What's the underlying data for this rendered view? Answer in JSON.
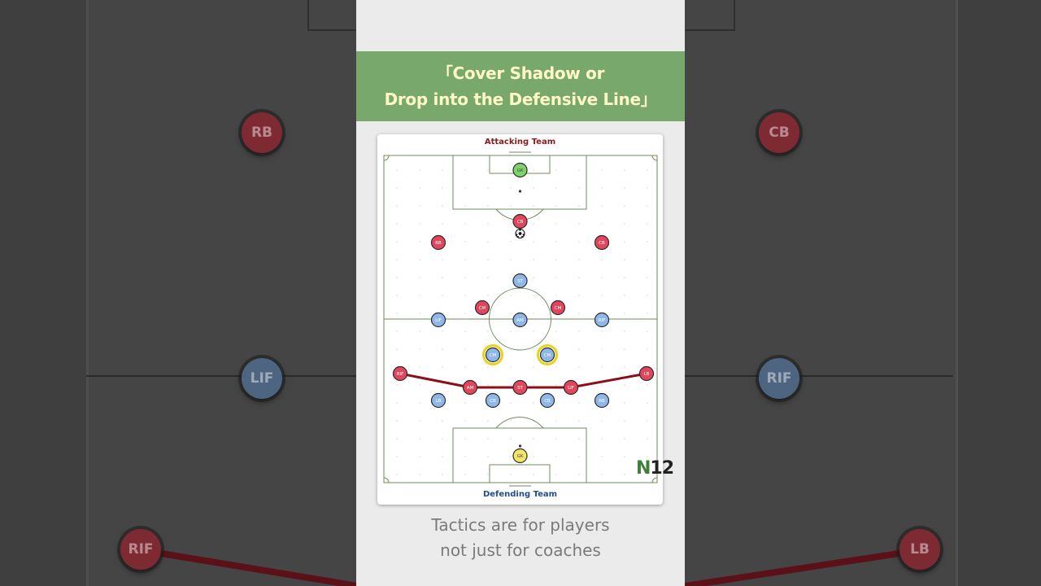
{
  "title": {
    "line1": "「Cover Shadow or",
    "line2": "Drop into the Defensive Line」"
  },
  "pitch": {
    "top_label": "Attacking Team",
    "bottom_label": "Defending Team",
    "logo_mark": "N",
    "logo_number": "12"
  },
  "caption": {
    "line1": "Tactics are for players",
    "line2": "not just for coaches"
  },
  "colors": {
    "banner": "#78a86b",
    "banner_text": "#fff7c8",
    "attacking": "#e0465c",
    "defending": "#8fb8e8",
    "gk_attacking": "#7fd36b",
    "gk_defending": "#f2e66a",
    "highlight_ring": "#e8d317",
    "defensive_line": "#8a0f18",
    "pitch_line": "#6f8a5e"
  },
  "players": [
    {
      "label": "GK",
      "team": "attacking",
      "role": "gk"
    },
    {
      "label": "CB",
      "team": "attacking"
    },
    {
      "label": "RB",
      "team": "attacking"
    },
    {
      "label": "CB",
      "team": "attacking"
    },
    {
      "label": "ST",
      "team": "defending"
    },
    {
      "label": "CM",
      "team": "attacking"
    },
    {
      "label": "CM",
      "team": "attacking"
    },
    {
      "label": "LIF",
      "team": "defending"
    },
    {
      "label": "AM",
      "team": "defending"
    },
    {
      "label": "RIF",
      "team": "defending"
    },
    {
      "label": "CM",
      "team": "defending",
      "highlight": true
    },
    {
      "label": "CM",
      "team": "defending",
      "highlight": true
    },
    {
      "label": "RIF",
      "team": "attacking"
    },
    {
      "label": "AM",
      "team": "attacking"
    },
    {
      "label": "ST",
      "team": "attacking"
    },
    {
      "label": "LIF",
      "team": "attacking"
    },
    {
      "label": "LB",
      "team": "attacking"
    },
    {
      "label": "LB",
      "team": "defending"
    },
    {
      "label": "CB",
      "team": "defending"
    },
    {
      "label": "CB",
      "team": "defending"
    },
    {
      "label": "RB",
      "team": "defending"
    },
    {
      "label": "GK",
      "team": "defending",
      "role": "gk"
    }
  ],
  "background_players": [
    {
      "label": "RB",
      "team": "attacking"
    },
    {
      "label": "LIF",
      "team": "defending"
    },
    {
      "label": "RIF",
      "team": "attacking"
    },
    {
      "label": "CB",
      "team": "attacking"
    },
    {
      "label": "RIF",
      "team": "defending"
    },
    {
      "label": "LB",
      "team": "attacking"
    }
  ]
}
